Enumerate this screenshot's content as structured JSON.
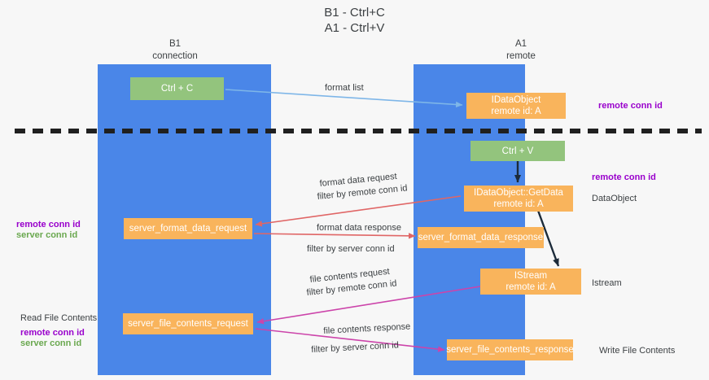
{
  "title": {
    "line1": "B1 - Ctrl+C",
    "line2": "A1 - Ctrl+V"
  },
  "columns": [
    {
      "name": "B1",
      "sub": "connection"
    },
    {
      "name": "A1",
      "sub": "remote"
    }
  ],
  "nodes": {
    "ctrl_c": "Ctrl + C",
    "idataobject_top_l1": "IDataObject",
    "idataobject_top_l2": "remote id: A",
    "ctrl_v": "Ctrl + V",
    "getdata_l1": "IDataObject::GetData",
    "getdata_l2": "remote id: A",
    "server_format_data_request": "server_format_data_request",
    "server_format_data_response": "server_format_data_response",
    "istream_l1": "IStream",
    "istream_l2": "remote id: A",
    "server_file_contents_request": "server_file_contents_request",
    "server_file_contents_response": "server_file_contents_response"
  },
  "edge_labels": {
    "format_list": "format list",
    "format_data_request": "format data request",
    "filter_by_1_prefix": "filter by ",
    "filter_by_1_key": "remote conn id",
    "format_data_response": "format data response",
    "filter_by_2_prefix": "filter by ",
    "filter_by_2_key": "server conn id",
    "file_contents_request": "file contents request",
    "filter_by_3_prefix": "filter by ",
    "filter_by_3_key": "remote conn id",
    "file_contents_response": "file contents response",
    "filter_by_4_prefix": "filter by ",
    "filter_by_4_key": "server conn id"
  },
  "right_labels": {
    "remote_conn_id_top": "remote conn id",
    "remote_conn_id_mid": "remote conn id",
    "dataobject": "DataObject",
    "istream": "Istream",
    "write_file_contents": "Write File Contents"
  },
  "left_labels": {
    "remote_conn_id_mid": "remote conn id",
    "server_conn_id_mid": "server conn id",
    "read_file_contents": "Read File Contents",
    "remote_conn_id_bottom": "remote conn id",
    "server_conn_id_bottom": "server conn id"
  },
  "colors": {
    "lane": "#4a86e8",
    "green_node": "#93c47d",
    "orange_node": "#f9b45c",
    "purple": "#9900cc",
    "magenta": "#e040a8",
    "green_text": "#6aa84f",
    "red_arrow": "#e06666",
    "blue_arrow": "#7eb6e8",
    "dark_arrow": "#1c2b3a",
    "divider": "#202020",
    "background": "#f7f7f7"
  }
}
